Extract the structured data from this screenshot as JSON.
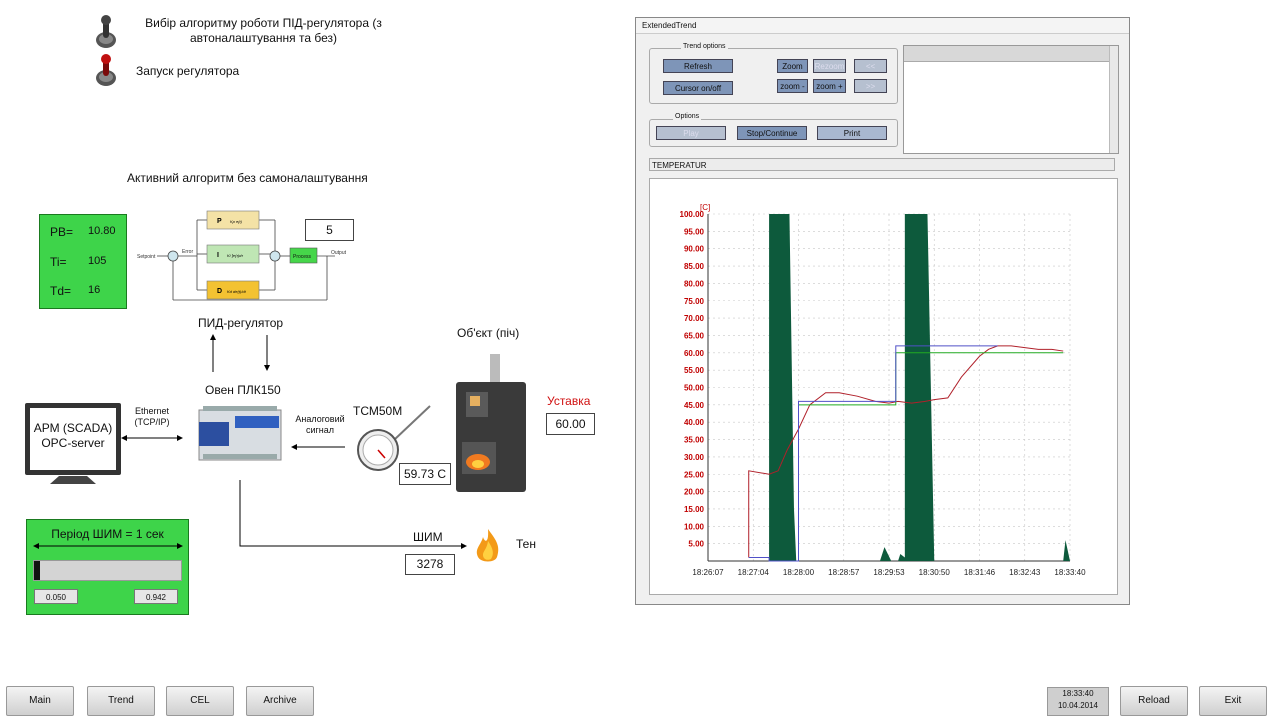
{
  "top_controls": {
    "algo_toggle_text": "Вибір алгоритму роботи ПІД-регулятора (з автоналаштування та без)",
    "start_toggle_text": "Запуск регулятора"
  },
  "active_algorithm": "Активний алгоритм без самоналаштування",
  "pid_params": {
    "pb_label": "PB=",
    "pb_value": "10.80",
    "ti_label": "Ti=",
    "ti_value": "105",
    "td_label": "Td=",
    "td_value": "16"
  },
  "diagram": {
    "setpoint": "Setpoint",
    "error": "Error",
    "process": "Process",
    "output": "Output",
    "p": "P",
    "i": "I",
    "d": "D",
    "p_term": "Kp e(t)",
    "i_term": "Ki ∫e(τ)dτ",
    "d_term": "Kd de(t)/dt",
    "box_value": "5"
  },
  "labels": {
    "pid_regulator": "ПИД-регулятор",
    "plc": "Овен ПЛК150",
    "object": "Об'єкт (піч)",
    "setpoint_label": "Уставка",
    "setpoint_value": "60.00",
    "sensor": "ТСМ50М",
    "sensor_value": "59.73 С",
    "ethernet": "Ethernet",
    "tcpip": "(TCP/IP)",
    "analog1": "Аналоговий",
    "analog2": "сигнал",
    "scada1": "АРМ (SCADA)",
    "scada2": "OPC-server",
    "pwm_label": "ШИМ",
    "pwm_value": "3278",
    "heater": "Тен"
  },
  "pwm_panel": {
    "title": "Період ШИМ = 1 сек",
    "min": "0.050",
    "max": "0.942",
    "fill": 0.04
  },
  "nav": {
    "main": "Main",
    "trend": "Trend",
    "cel": "CEL",
    "archive": "Archive",
    "reload": "Reload",
    "exit": "Exit",
    "time": "18:33:40",
    "date": "10.04.2014"
  },
  "trend_window": {
    "title": "ExtendedTrend",
    "trend_options": "Trend options",
    "options": "Options",
    "refresh": "Refresh",
    "cursor": "Cursor on/off",
    "zoom": "Zoom",
    "rezoom": "Rezoom",
    "prev": "<<",
    "zoom_minus": "zoom -",
    "zoom_plus": "zoom +",
    "next": ">>",
    "play": "Play",
    "stop_continue": "Stop/Continue",
    "print": "Print",
    "tag": "TEMPERATUR"
  },
  "chart_data": {
    "type": "line",
    "ylabel": "[C]",
    "ylim": [
      0,
      100
    ],
    "y_ticks": [
      "100.00",
      "95.00",
      "90.00",
      "85.00",
      "80.00",
      "75.00",
      "70.00",
      "65.00",
      "60.00",
      "55.00",
      "50.00",
      "45.00",
      "40.00",
      "35.00",
      "30.00",
      "25.00",
      "20.00",
      "15.00",
      "10.00",
      "5.00"
    ],
    "x_ticks": [
      "18:26:07",
      "18:27:04",
      "18:28:00",
      "18:28:57",
      "18:29:53",
      "18:30:50",
      "18:31:46",
      "18:32:43",
      "18:33:40"
    ],
    "colors": {
      "temperature": "#b0202a",
      "setpoint": "#22aa22",
      "setpoint_prev": "#5050c8",
      "pwm": "#0d5a3c",
      "ytick": "#c00000"
    },
    "series": [
      {
        "name": "temperature",
        "x": [
          0.9,
          0.9,
          1.35,
          1.55,
          1.75,
          2.0,
          2.25,
          2.6,
          2.9,
          3.3,
          3.7,
          4.0,
          4.2,
          4.5,
          4.8,
          5.0,
          5.3,
          5.6,
          6.0,
          6.2,
          6.4,
          6.7,
          7.0,
          7.3,
          7.6,
          7.85,
          7.85
        ],
        "y": [
          1,
          26,
          25,
          26,
          32,
          38,
          45,
          48.5,
          48.5,
          47.5,
          46,
          45.5,
          46,
          45.5,
          46,
          46.5,
          47,
          53,
          59,
          61,
          62,
          62,
          61.5,
          61,
          61,
          60.5,
          60.5
        ]
      },
      {
        "name": "setpoint",
        "x": [
          2.0,
          4.15,
          4.15,
          7.85
        ],
        "y": [
          45,
          45,
          60,
          60
        ]
      },
      {
        "name": "setpoint_prev",
        "x": [
          0.9,
          1.35,
          1.35,
          2.0,
          2.0,
          4.15,
          4.15,
          6.4
        ],
        "y": [
          1,
          1,
          0,
          0,
          46,
          46,
          62,
          62
        ]
      }
    ],
    "pwm_bursts": [
      {
        "x": [
          1.35,
          1.35,
          1.8,
          1.9,
          1.95
        ],
        "y": [
          0,
          100,
          100,
          15,
          0
        ]
      },
      {
        "x": [
          3.8,
          3.9,
          4.05
        ],
        "y": [
          0,
          4,
          0
        ]
      },
      {
        "x": [
          4.2,
          4.25,
          4.35,
          4.35,
          4.85,
          5.0
        ],
        "y": [
          0,
          2,
          1,
          100,
          100,
          0
        ]
      },
      {
        "x": [
          7.85,
          7.9,
          8.0
        ],
        "y": [
          0,
          6,
          0
        ]
      }
    ]
  }
}
